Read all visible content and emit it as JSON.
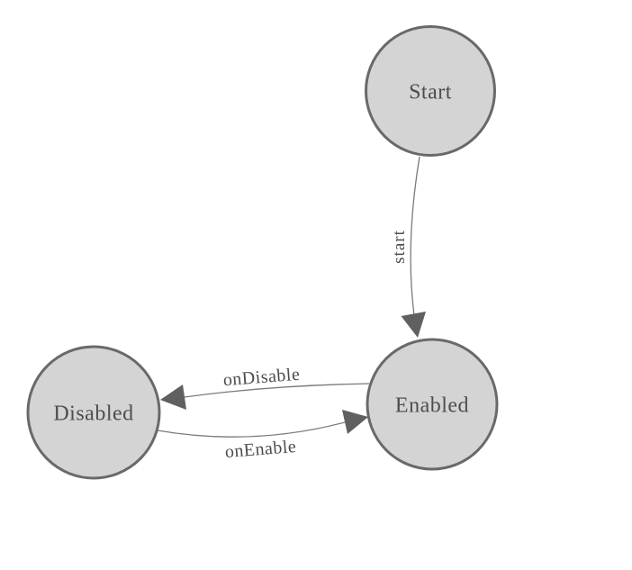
{
  "diagram": {
    "type": "state-machine",
    "background_color": "#ffffff",
    "node_fill_color": "#d4d4d4",
    "node_border_color": "#696969",
    "edge_color": "#7a7a7a",
    "arrow_color": "#606060",
    "text_color": "#4d4d4d",
    "nodes": [
      {
        "id": "start",
        "label": "Start"
      },
      {
        "id": "enabled",
        "label": "Enabled"
      },
      {
        "id": "disabled",
        "label": "Disabled"
      }
    ],
    "edges": [
      {
        "from": "start",
        "to": "enabled",
        "label": "start"
      },
      {
        "from": "enabled",
        "to": "disabled",
        "label": "onDisable"
      },
      {
        "from": "disabled",
        "to": "enabled",
        "label": "onEnable"
      }
    ]
  }
}
